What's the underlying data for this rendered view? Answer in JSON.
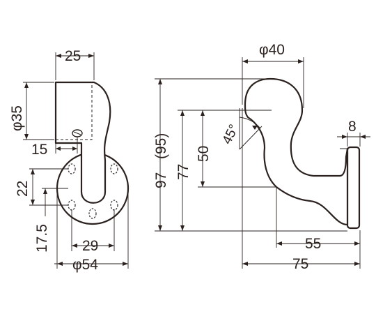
{
  "front_view": {
    "dims": {
      "top_width": "25",
      "pipe_diameter": "φ35",
      "screw_offset": "15",
      "hole_spacing_v": "22",
      "hole_offset_v": "17.5",
      "hole_spacing_h": "29",
      "base_diameter": "φ54"
    }
  },
  "side_view": {
    "dims": {
      "rail_diameter": "φ40",
      "plate_thickness": "8",
      "overall_height": "97",
      "overall_height_ref": "(95)",
      "center_height": "77",
      "inner_height": "50",
      "angle": "45°",
      "reach_inner": "55",
      "reach_overall": "75"
    }
  }
}
